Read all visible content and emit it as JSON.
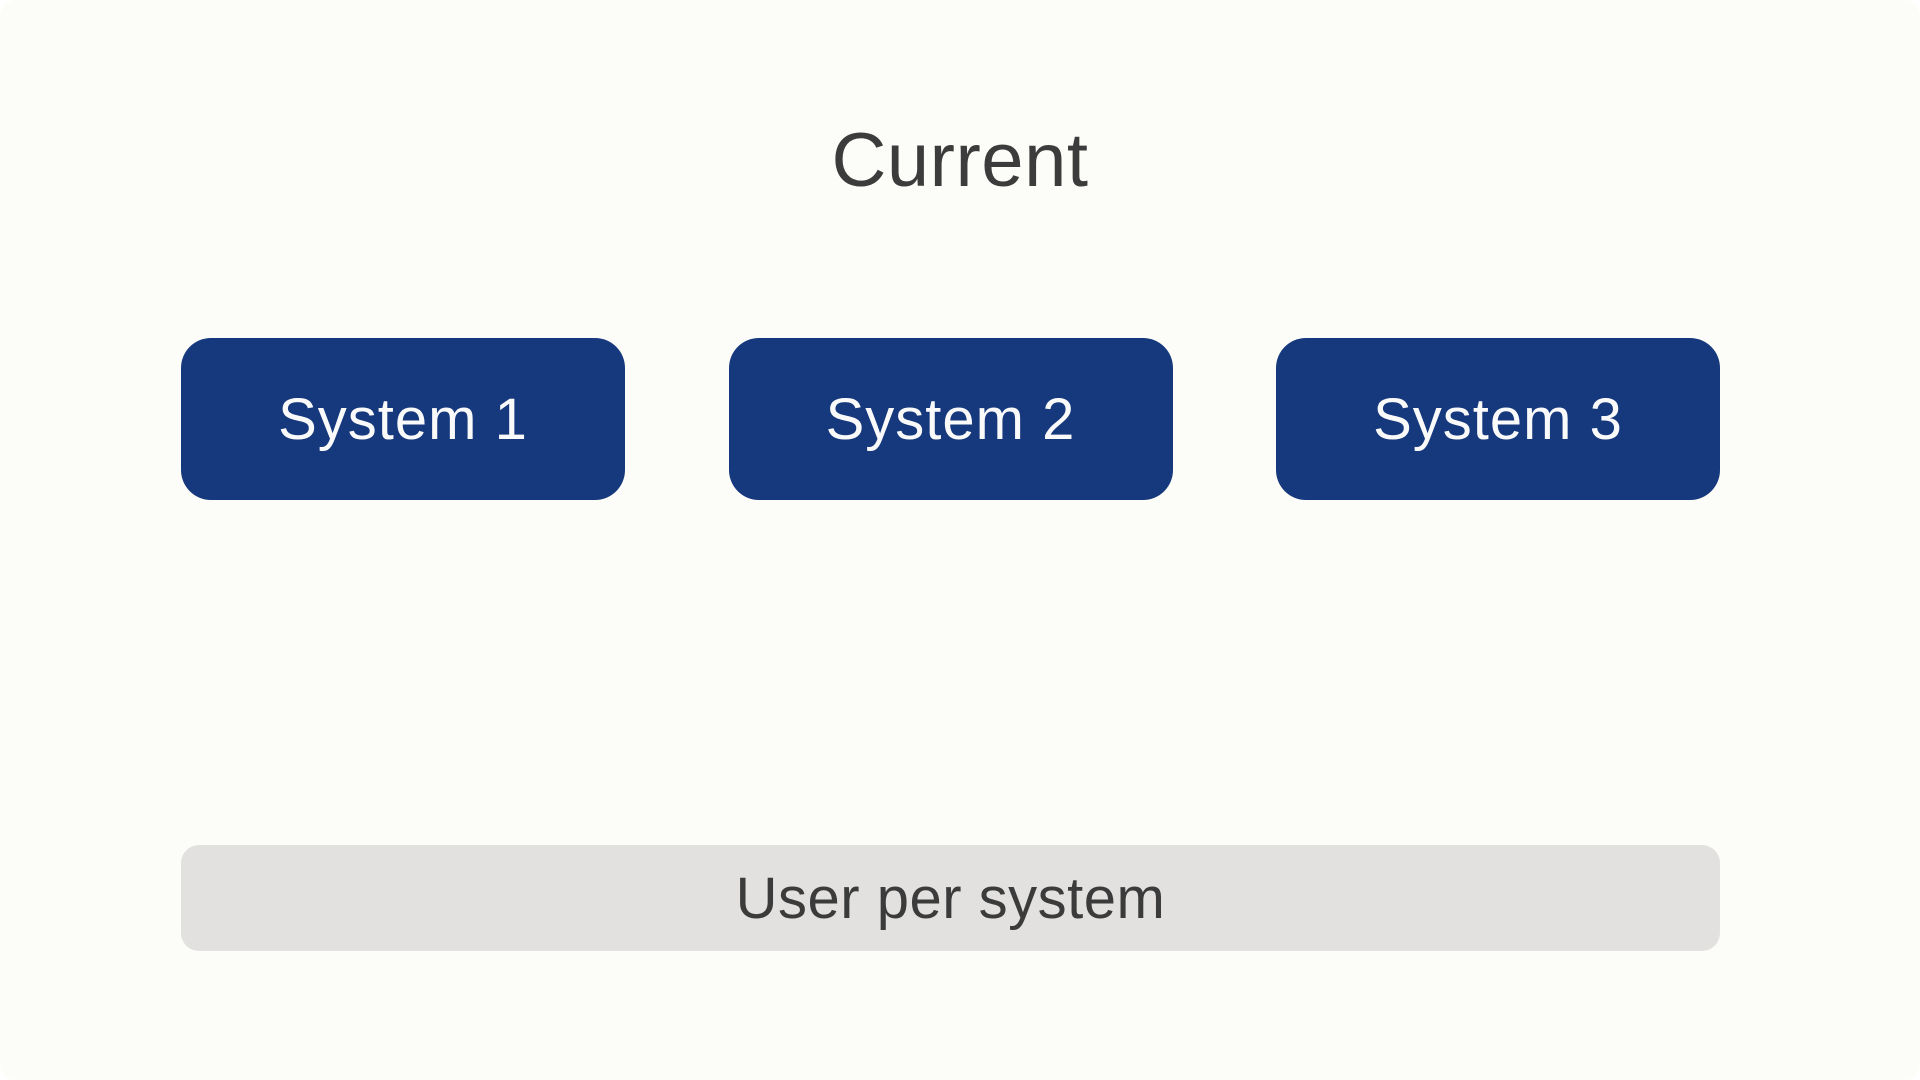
{
  "diagram": {
    "title": "Current",
    "systems": [
      {
        "label": "System 1"
      },
      {
        "label": "System 2"
      },
      {
        "label": "System 3"
      }
    ],
    "shared_bar": {
      "label": "User per system"
    },
    "colors": {
      "background": "#fcfcf8",
      "system_box": "#16387c",
      "system_box_text": "#fafafa",
      "shared_bar_background": "#e2e1df",
      "shared_bar_text": "#3b3b3b",
      "title_text": "#3c3c3c"
    }
  }
}
